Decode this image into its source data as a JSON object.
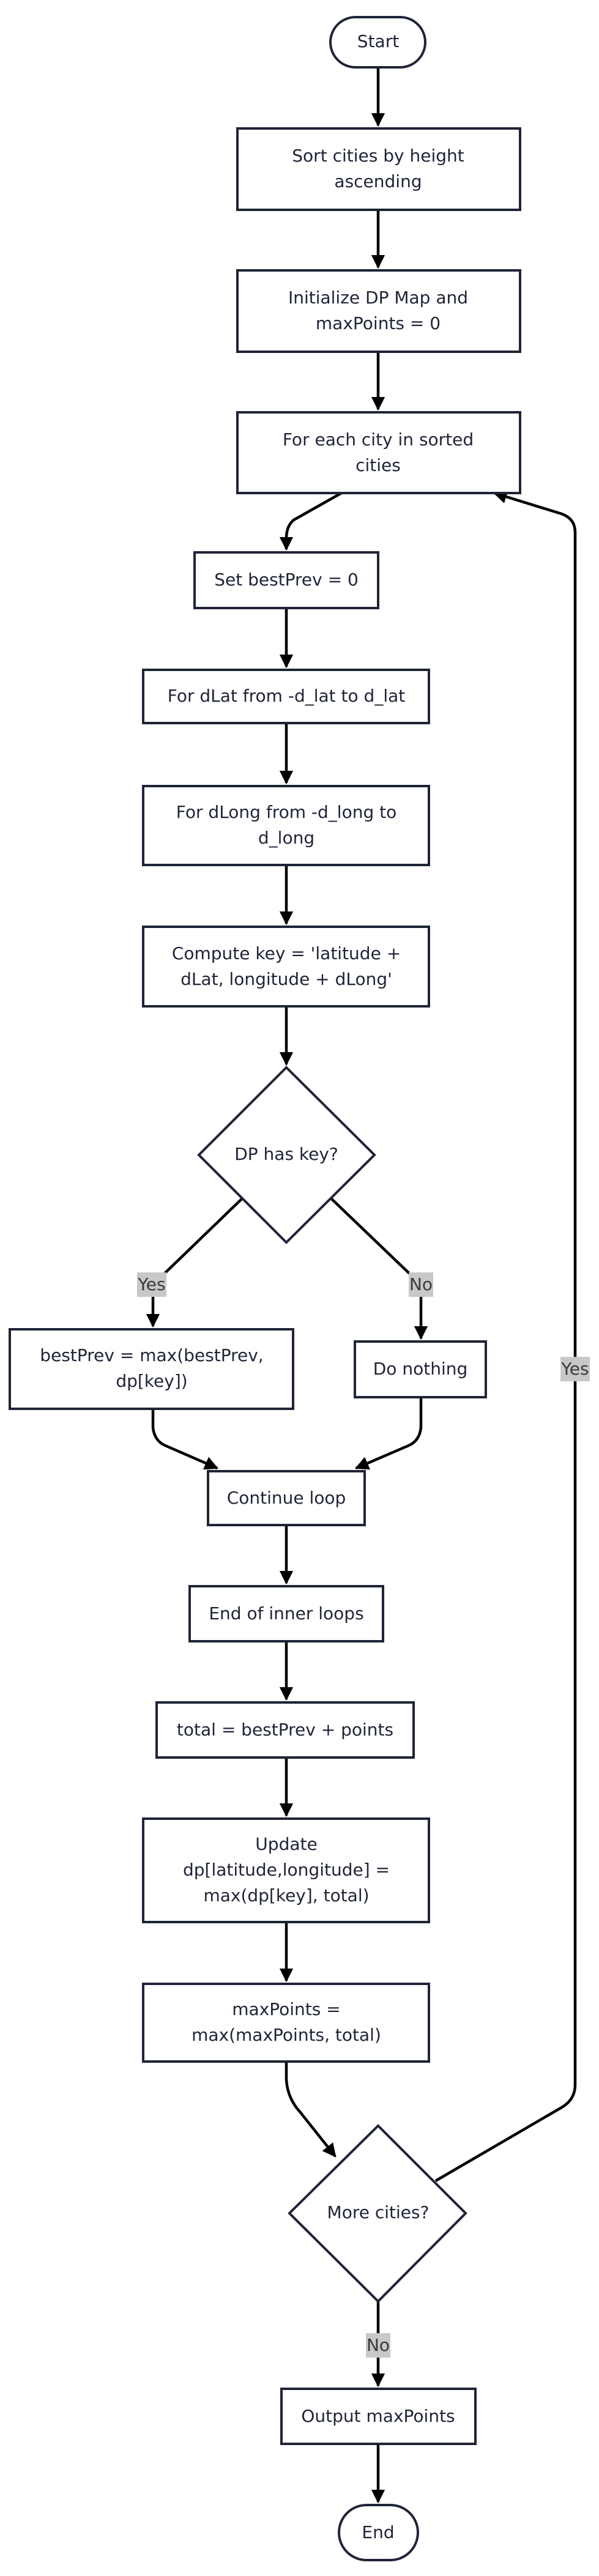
{
  "flowchart": {
    "nodes": {
      "start": "Start",
      "sort": [
        "Sort cities by height",
        "ascending"
      ],
      "init": [
        "Initialize DP Map and",
        "maxPoints = 0"
      ],
      "for_city": [
        "For each city in sorted",
        "cities"
      ],
      "set_best": "Set bestPrev = 0",
      "for_dlat": "For dLat from -d_lat to d_lat",
      "for_dlong": [
        "For dLong from -d_long to",
        "d_long"
      ],
      "compute_key": [
        "Compute key = 'latitude +",
        "dLat, longitude + dLong'"
      ],
      "dp_has_key": "DP has key?",
      "best_max": [
        "bestPrev = max(bestPrev,",
        "dp[key])"
      ],
      "do_nothing": "Do nothing",
      "continue_loop": "Continue loop",
      "end_inner": "End of inner loops",
      "total": "total = bestPrev + points",
      "update_dp": [
        "Update",
        "dp[latitude,longitude] =",
        "max(dp[key], total)"
      ],
      "max_points": [
        "maxPoints =",
        "max(maxPoints, total)"
      ],
      "more_cities": "More cities?",
      "output": "Output maxPoints",
      "end": "End"
    },
    "edge_labels": {
      "yes_has_key": "Yes",
      "no_has_key": "No",
      "yes_more": "Yes",
      "no_more": "No"
    }
  }
}
